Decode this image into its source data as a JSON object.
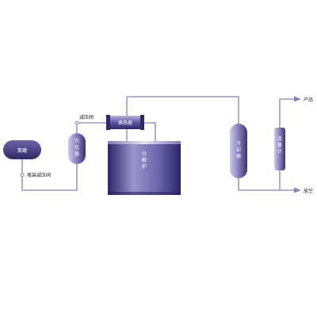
{
  "colors": {
    "pipe": "#8a7ec0",
    "equipment_light": "#c8c4e6",
    "equipment_dark": "#3a3470",
    "furnace_light": "#e4e2f2",
    "furnace_dark": "#2a2566",
    "label_text": "#ffffff",
    "annotation_text": "#222222"
  },
  "equipment": {
    "tank": "氨罐",
    "vaporizer": "汽化器",
    "heat_exchanger": "换热器",
    "cracking_furnace": "分解炉",
    "cooler": "冷却器",
    "flowmeter": "流量计"
  },
  "annotations": {
    "pressure_reducing_valve": "减压阀",
    "bottle_pressure_valve": "瓶装减压阀"
  },
  "outputs": {
    "product": "产品",
    "vent": "放空"
  }
}
